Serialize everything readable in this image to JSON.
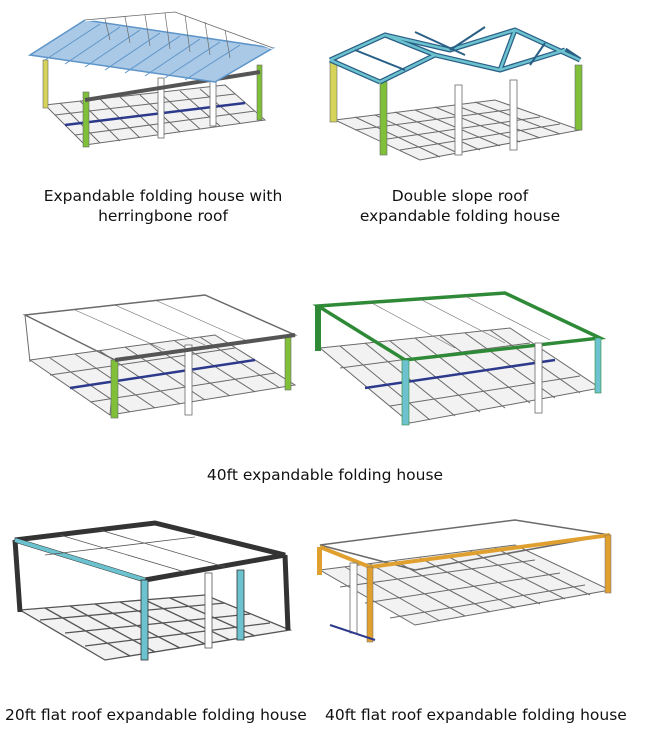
{
  "captions": {
    "herringbone": [
      "Expandable folding house with",
      "herringbone roof"
    ],
    "double_slope": [
      "Double slope roof",
      "expandable folding house"
    ],
    "forty_ft": "40ft expandable folding house",
    "twenty_flat": "20ft flat roof expandable folding house",
    "forty_flat": "40ft flat roof expandable folding house"
  },
  "colors": {
    "frame_white": "#ffffff",
    "frame_outline": "#6a6a6a",
    "roof_blue": "#5e95c9",
    "accent_green": "#7fbf3a",
    "accent_dark_green": "#2f8a37",
    "accent_yellow": "#d6d35a",
    "accent_teal": "#6cc3cf",
    "accent_gray": "#555555",
    "accent_orange": "#e0a030",
    "floor_navy": "#2d3a8c"
  }
}
